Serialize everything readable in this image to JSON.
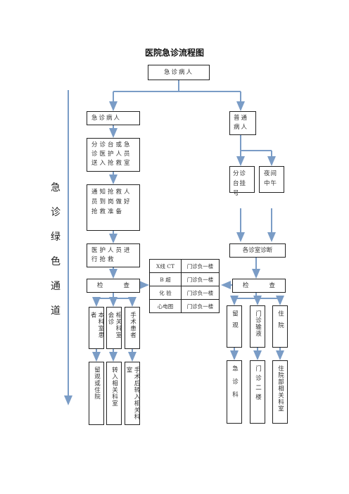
{
  "title": "医院急诊流程图",
  "top_box": "急诊病人",
  "left": {
    "patient": "急诊病人",
    "triage": "分诊台或急诊医护人员送入抢救室",
    "notify": "通知抢救人员到岗做好抢救准备",
    "treat": "医护人员进行抢救",
    "check_a": "检",
    "check_b": "查",
    "dept_patient": "本科室患者",
    "consult": "相关科室会诊",
    "surgery": "手术患者",
    "observe": "留观或住院",
    "transfer": "转入相关科室",
    "post_surgery": "手术后转入相关科室"
  },
  "green_channel": [
    "急",
    "诊",
    "绿",
    "色",
    "通",
    "道"
  ],
  "exam_table": [
    {
      "item": "X线 CT",
      "place": "门诊负一楼"
    },
    {
      "item": "B 超",
      "place": "门诊负一楼"
    },
    {
      "item": "化 验",
      "place": "门诊负一楼"
    },
    {
      "item": "心电图",
      "place": "门诊负一楼"
    }
  ],
  "right": {
    "normal": "普通病人",
    "triage_reg": "分诊台挂号",
    "night_noon": "夜间中午",
    "consult_room": "各诊室诊断",
    "check_a": "检",
    "check_b": "查",
    "stay_obs": "留观",
    "infusion": "门诊输液",
    "admit": "住院",
    "emergency": "急诊科",
    "second_floor": "门诊二楼",
    "inpatient_dept": "住院部相关科室"
  }
}
